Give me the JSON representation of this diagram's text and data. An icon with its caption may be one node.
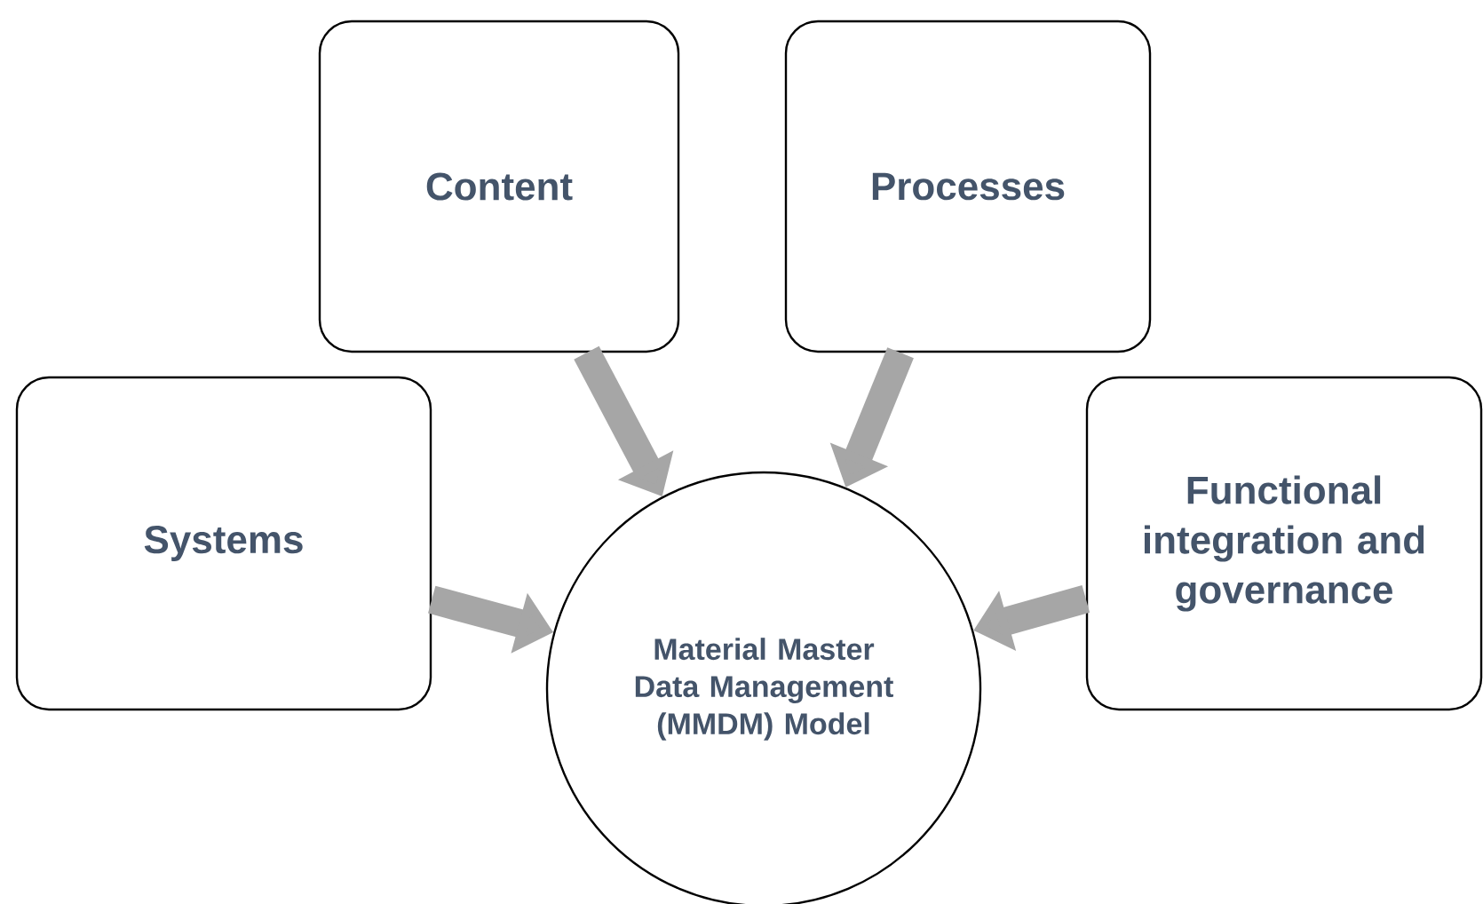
{
  "diagram": {
    "nodes": [
      {
        "text": [
          "Content"
        ]
      },
      {
        "text": [
          "Processes"
        ]
      },
      {
        "text": [
          "Systems"
        ]
      },
      {
        "text": [
          "Functional integration and governance"
        ]
      },
      {
        "text": [
          "Material Master Data Management (MMDM) Model"
        ]
      }
    ],
    "edges": [
      {
        "from": 0,
        "to": 4,
        "arrow": "to"
      },
      {
        "from": 1,
        "to": 4,
        "arrow": "to"
      },
      {
        "from": 2,
        "to": 4,
        "arrow": "to"
      },
      {
        "from": 3,
        "to": 4,
        "arrow": "to"
      }
    ]
  }
}
